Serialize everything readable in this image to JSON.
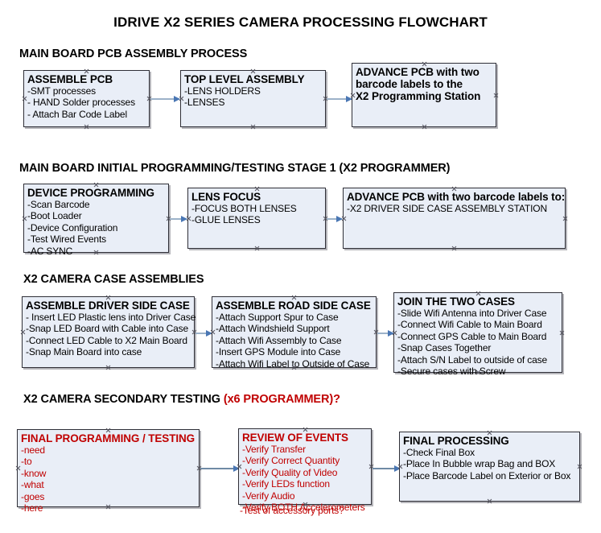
{
  "document": {
    "title": "IDRIVE X2  SERIES CAMERA PROCESSING FLOWCHART"
  },
  "sections": [
    {
      "heading": "MAIN BOARD PCB ASSEMBLY PROCESS",
      "heading_accent": "",
      "boxes": [
        {
          "title": "ASSEMBLE PCB",
          "lines": [
            "-SMT processes",
            "- HAND Solder processes",
            "- Attach Bar Code Label"
          ]
        },
        {
          "title": "TOP LEVEL ASSEMBLY",
          "lines": [
            "-LENS HOLDERS",
            "-LENSES"
          ]
        },
        {
          "title": "ADVANCE PCB with two",
          "lines": [
            "barcode labels to the",
            " X2 Programming Station"
          ]
        }
      ]
    },
    {
      "heading": "MAIN BOARD INITIAL PROGRAMMING/TESTING STAGE 1 (X2 PROGRAMMER)",
      "heading_accent": "",
      "boxes": [
        {
          "title": "DEVICE PROGRAMMING",
          "lines": [
            "-Scan Barcode",
            "-Boot Loader",
            "-Device Configuration",
            "-Test Wired Events",
            "-AC SYNC"
          ]
        },
        {
          "title": "LENS FOCUS",
          "lines": [
            "-FOCUS BOTH LENSES",
            "-GLUE LENSES"
          ]
        },
        {
          "title": "ADVANCE PCB with two barcode labels to:",
          "lines": [
            "-X2 DRIVER  SIDE  CASE  ASSEMBLY STATION"
          ]
        }
      ]
    },
    {
      "heading": "X2 CAMERA CASE ASSEMBLIES",
      "heading_accent": "",
      "boxes": [
        {
          "title": "ASSEMBLE DRIVER SIDE CASE",
          "lines": [
            "- Insert LED Plastic lens into Driver Case",
            "-Snap LED Board with Cable into Case",
            "-Connect LED Cable to X2 Main Board",
            "-Snap Main Board into case"
          ]
        },
        {
          "title": "ASSEMBLE ROAD SIDE CASE",
          "lines": [
            "-Attach Support Spur to Case",
            "-Attach Windshield Support",
            "-Attach Wifi Assembly to Case",
            "-Insert GPS Module into Case",
            "-Attach Wifi Label to Outside of Case"
          ]
        },
        {
          "title": "JOIN THE TWO CASES",
          "lines": [
            "-Slide Wifi Antenna into Driver Case",
            "-Connect Wifi Cable to Main Board",
            "-Connect GPS Cable to Main Board",
            "-Snap Cases Together",
            "-Attach S/N Label to outside of case",
            "-Secure cases with Screw"
          ]
        }
      ]
    },
    {
      "heading": "X2 CAMERA SECONDARY TESTING ",
      "heading_accent": "(x6 PROGRAMMER)?",
      "boxes": [
        {
          "title": "FINAL PROGRAMMING / TESTING",
          "lines": [
            "-need",
            "-to",
            "-know",
            "-what",
            "-goes",
            "-here"
          ]
        },
        {
          "title": "REVIEW OF EVENTS",
          "lines": [
            "-Verify Transfer",
            "-Verify Correct Quantity",
            "-Verify Quality of Video",
            "-Verify LEDs function",
            "-Verify Audio",
            "-Verify BOTH Accelerometers"
          ],
          "overflow_line": "-Test of accessory ports?"
        },
        {
          "title": "FINAL PROCESSING",
          "lines": [
            " -Check Final Box",
            "-Place In Bubble wrap Bag and BOX",
            "-Place Barcode Label on Exterior or Box"
          ]
        }
      ]
    }
  ],
  "colors": {
    "box_fill": "#e9eef7",
    "box_border": "#2f2f37",
    "accent_red": "#c00000",
    "arrow_head": "#4a77b4",
    "arrow_shaft": "#9cb2c9"
  }
}
